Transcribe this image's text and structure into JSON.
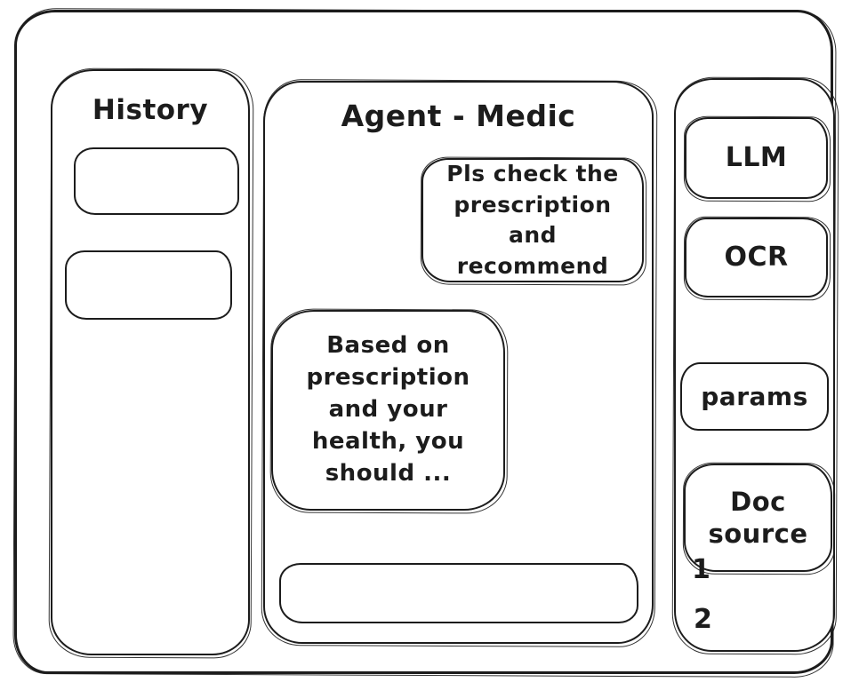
{
  "colors": {
    "ink": "#1c1c1c",
    "background": "#ffffff"
  },
  "left_sidebar": {
    "title": "History",
    "items": [
      {
        "label": ""
      },
      {
        "label": ""
      }
    ]
  },
  "chat": {
    "title": "Agent - Medic",
    "messages": [
      {
        "role": "user",
        "text": "Pls check the prescription and recommend"
      },
      {
        "role": "assistant",
        "text": "Based on prescription and your health, you should ..."
      }
    ],
    "input_value": ""
  },
  "right_sidebar": {
    "buttons": [
      {
        "label": "LLM"
      },
      {
        "label": "OCR"
      },
      {
        "label": "params"
      },
      {
        "label": "Doc source"
      }
    ],
    "doc_source_list": [
      "1",
      "2"
    ]
  }
}
